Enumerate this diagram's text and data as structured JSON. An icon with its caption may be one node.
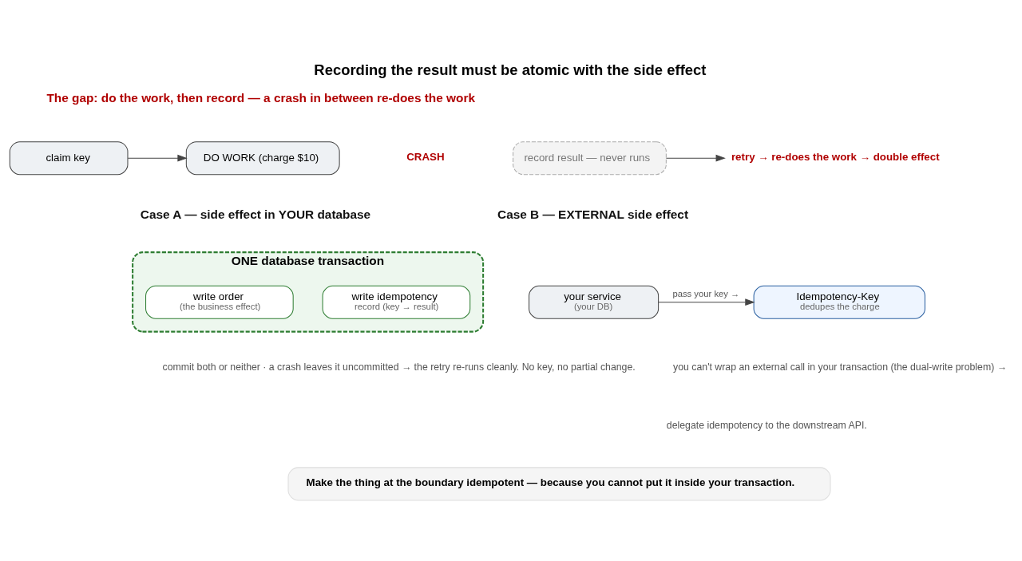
{
  "diagram": {
    "title": "Recording the result must be atomic with the side effect",
    "nodes": [
      {
        "text": [
          "claim key"
        ]
      },
      {
        "text": [
          "DO WORK (charge $10)"
        ]
      },
      {
        "text": [
          "record result — never runs"
        ]
      },
      {
        "text": [
          "retry → re-does the work → double effect"
        ]
      },
      {
        "text": [
          "ONE database transaction"
        ]
      },
      {
        "text": [
          "write order",
          "(the business effect)"
        ],
        "in": 4
      },
      {
        "text": [
          "write idempotency",
          "record (key → result)"
        ],
        "in": 4
      },
      {
        "text": [
          "your service",
          "(your DB)"
        ]
      },
      {
        "text": [
          "Idempotency-Key",
          "dedupes the charge"
        ]
      },
      {
        "text": [
          "Make the thing at the boundary idempotent — because you cannot put it inside your transaction."
        ]
      }
    ],
    "edges": [
      {
        "from": 0,
        "to": 1,
        "arrow": "to"
      },
      {
        "from": 2,
        "to": 3,
        "arrow": "to"
      },
      {
        "from": 7,
        "to": 8,
        "arrow": "to",
        "label": "pass your key →"
      }
    ],
    "labels": [
      "The gap: do the work, then record — a crash in between re-does the work",
      "CRASH",
      "Case A — side effect in YOUR database",
      "commit both or neither · a crash leaves it uncommitted → the retry re-runs cleanly. No key, no partial change.",
      "Case B — EXTERNAL side effect",
      "you can't wrap an external call in your transaction (the dual-write problem) →",
      "delegate idempotency to the downstream API."
    ]
  }
}
